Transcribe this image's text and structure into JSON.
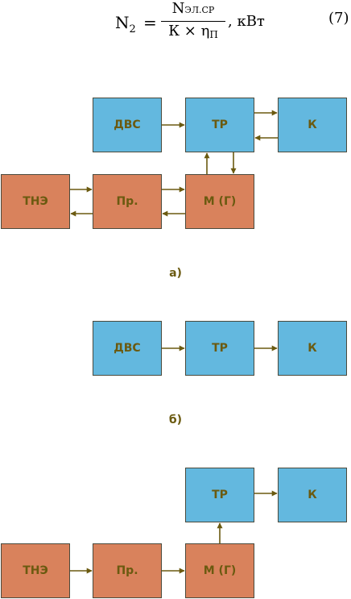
{
  "formula": {
    "lhs": "N",
    "lhs_sub": "2",
    "equals": "=",
    "numerator": "N",
    "numerator_sub": "ЭЛ.СР",
    "denominator": "К × η",
    "denominator_sub": "П",
    "unit": ", кВт",
    "number": "(7)"
  },
  "diagram_a": {
    "dvs": "ДВС",
    "tr": "ТР",
    "k": "К",
    "tne": "ТНЭ",
    "pr": "Пр.",
    "mg": "М (Г)",
    "caption": "а)"
  },
  "diagram_b": {
    "dvs": "ДВС",
    "tr": "ТР",
    "k": "К",
    "caption": "б)"
  },
  "diagram_c": {
    "tr": "ТР",
    "k": "К",
    "tne": "ТНЭ",
    "pr": "Пр.",
    "mg": "М (Г)"
  },
  "colors": {
    "mechanical_block": "#63b8df",
    "electrical_block": "#d9825c",
    "arrow": "#6b5a10"
  }
}
